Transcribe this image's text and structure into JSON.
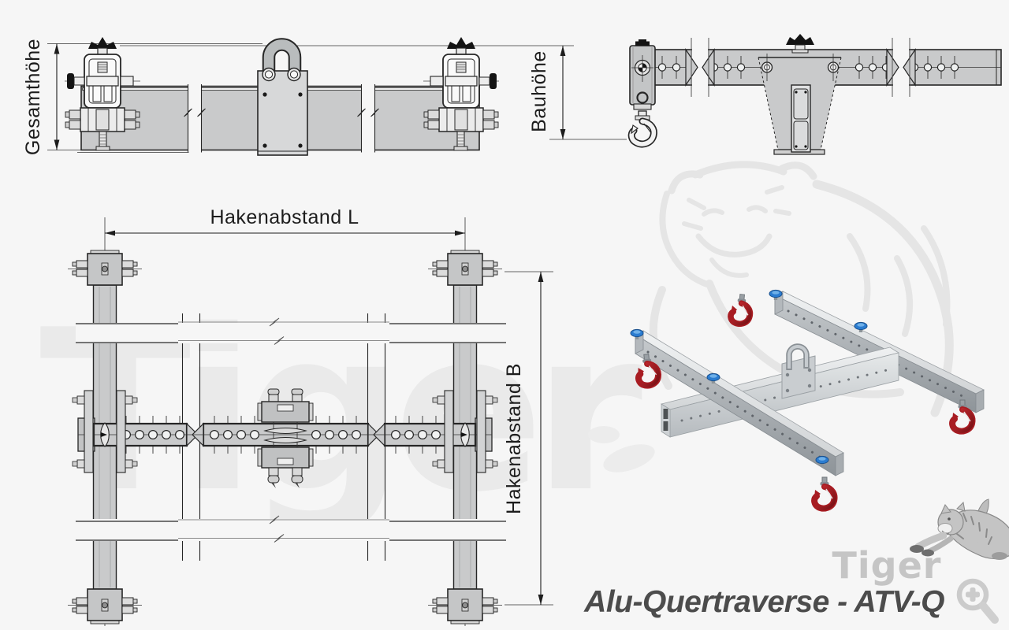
{
  "branding": {
    "logo_text": "Tiger",
    "watermark_text": "Tiger",
    "product_title": "Alu-Quertraverse - ATV-Q"
  },
  "views": {
    "side_elevation": {
      "dim_label": "Gesamthöhe"
    },
    "end_elevation": {
      "dim_label": "Bauhöhe"
    },
    "plan_view": {
      "dim_label_length": "Hakenabstand L",
      "dim_label_width": "Hakenabstand B"
    }
  },
  "icons": {
    "zoom": "magnifier-plus-icon",
    "logo_mascot": "leaping-tiger-icon",
    "watermark_mascot": "tiger-line-art"
  },
  "colors": {
    "background": "#f6f6f6",
    "drawing_line": "#222222",
    "metal_gray": "#c9cacb",
    "watermark_gray": "#eaeaea",
    "logo_gray": "#c5c5c5",
    "title_text": "#4c4c4c",
    "hook_red": "#a81c22",
    "knob_blue": "#2b7cd0"
  }
}
